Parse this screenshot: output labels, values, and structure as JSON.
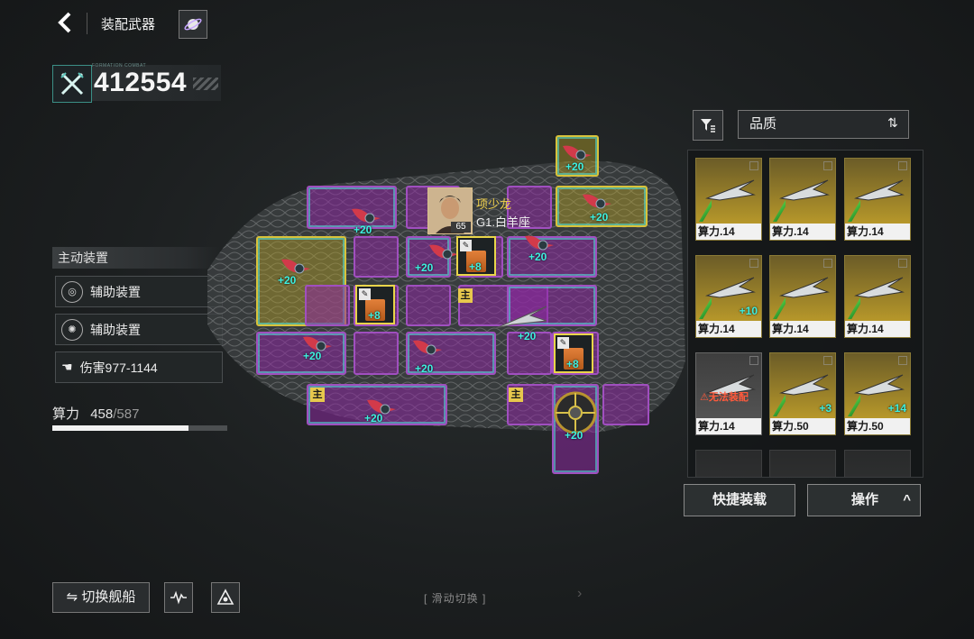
{
  "header": {
    "title": "装配武器",
    "back_icon": "chevron-left-icon",
    "planet_icon": "planet-icon"
  },
  "power": {
    "value": "412554",
    "tag": "FORMATION COMBAT",
    "emblem_icon": "crossed-swords-icon"
  },
  "devices": {
    "header": "主动装置",
    "items": [
      {
        "label": "辅助装置",
        "icon": "target-icon"
      },
      {
        "label": "辅助装置",
        "icon": "gear-icon"
      },
      {
        "label": "伤害977-1144",
        "icon": "hand-icon"
      }
    ]
  },
  "capacity": {
    "label": "算力",
    "current": "458",
    "max": "/587",
    "fraction": 0.78
  },
  "pilot": {
    "name": "项少龙",
    "sign": "G1.白羊座",
    "level": "65"
  },
  "grid": {
    "bonus": "+20",
    "module_bonus": "+8",
    "main_tag": "主"
  },
  "inventory": {
    "sort_label": "品质",
    "filter_icon": "filter-icon",
    "sort_icon": "sort-icon",
    "cards": [
      {
        "foot": "算力.14",
        "bonus": "",
        "type": "gold",
        "warn": ""
      },
      {
        "foot": "算力.14",
        "bonus": "",
        "type": "gold",
        "warn": ""
      },
      {
        "foot": "算力.14",
        "bonus": "",
        "type": "gold",
        "warn": ""
      },
      {
        "foot": "算力.14",
        "bonus": "+10",
        "type": "gold",
        "warn": ""
      },
      {
        "foot": "算力.14",
        "bonus": "",
        "type": "gold",
        "warn": ""
      },
      {
        "foot": "算力.14",
        "bonus": "",
        "type": "gold",
        "warn": ""
      },
      {
        "foot": "算力.14",
        "bonus": "",
        "type": "dark",
        "warn": "⚠无法装配"
      },
      {
        "foot": "算力.50",
        "bonus": "+3",
        "type": "gold",
        "warn": ""
      },
      {
        "foot": "算力.50",
        "bonus": "+14",
        "type": "gold",
        "warn": ""
      }
    ]
  },
  "actions": {
    "quick_load": "快捷装载",
    "operate": "操作"
  },
  "footer": {
    "switch_ship": "切换舰船",
    "swipe_hint": "滑动切换"
  },
  "colors": {
    "accent_cyan": "#3ef0e0",
    "gold": "#e9d54a",
    "purple": "#a04fbf"
  }
}
